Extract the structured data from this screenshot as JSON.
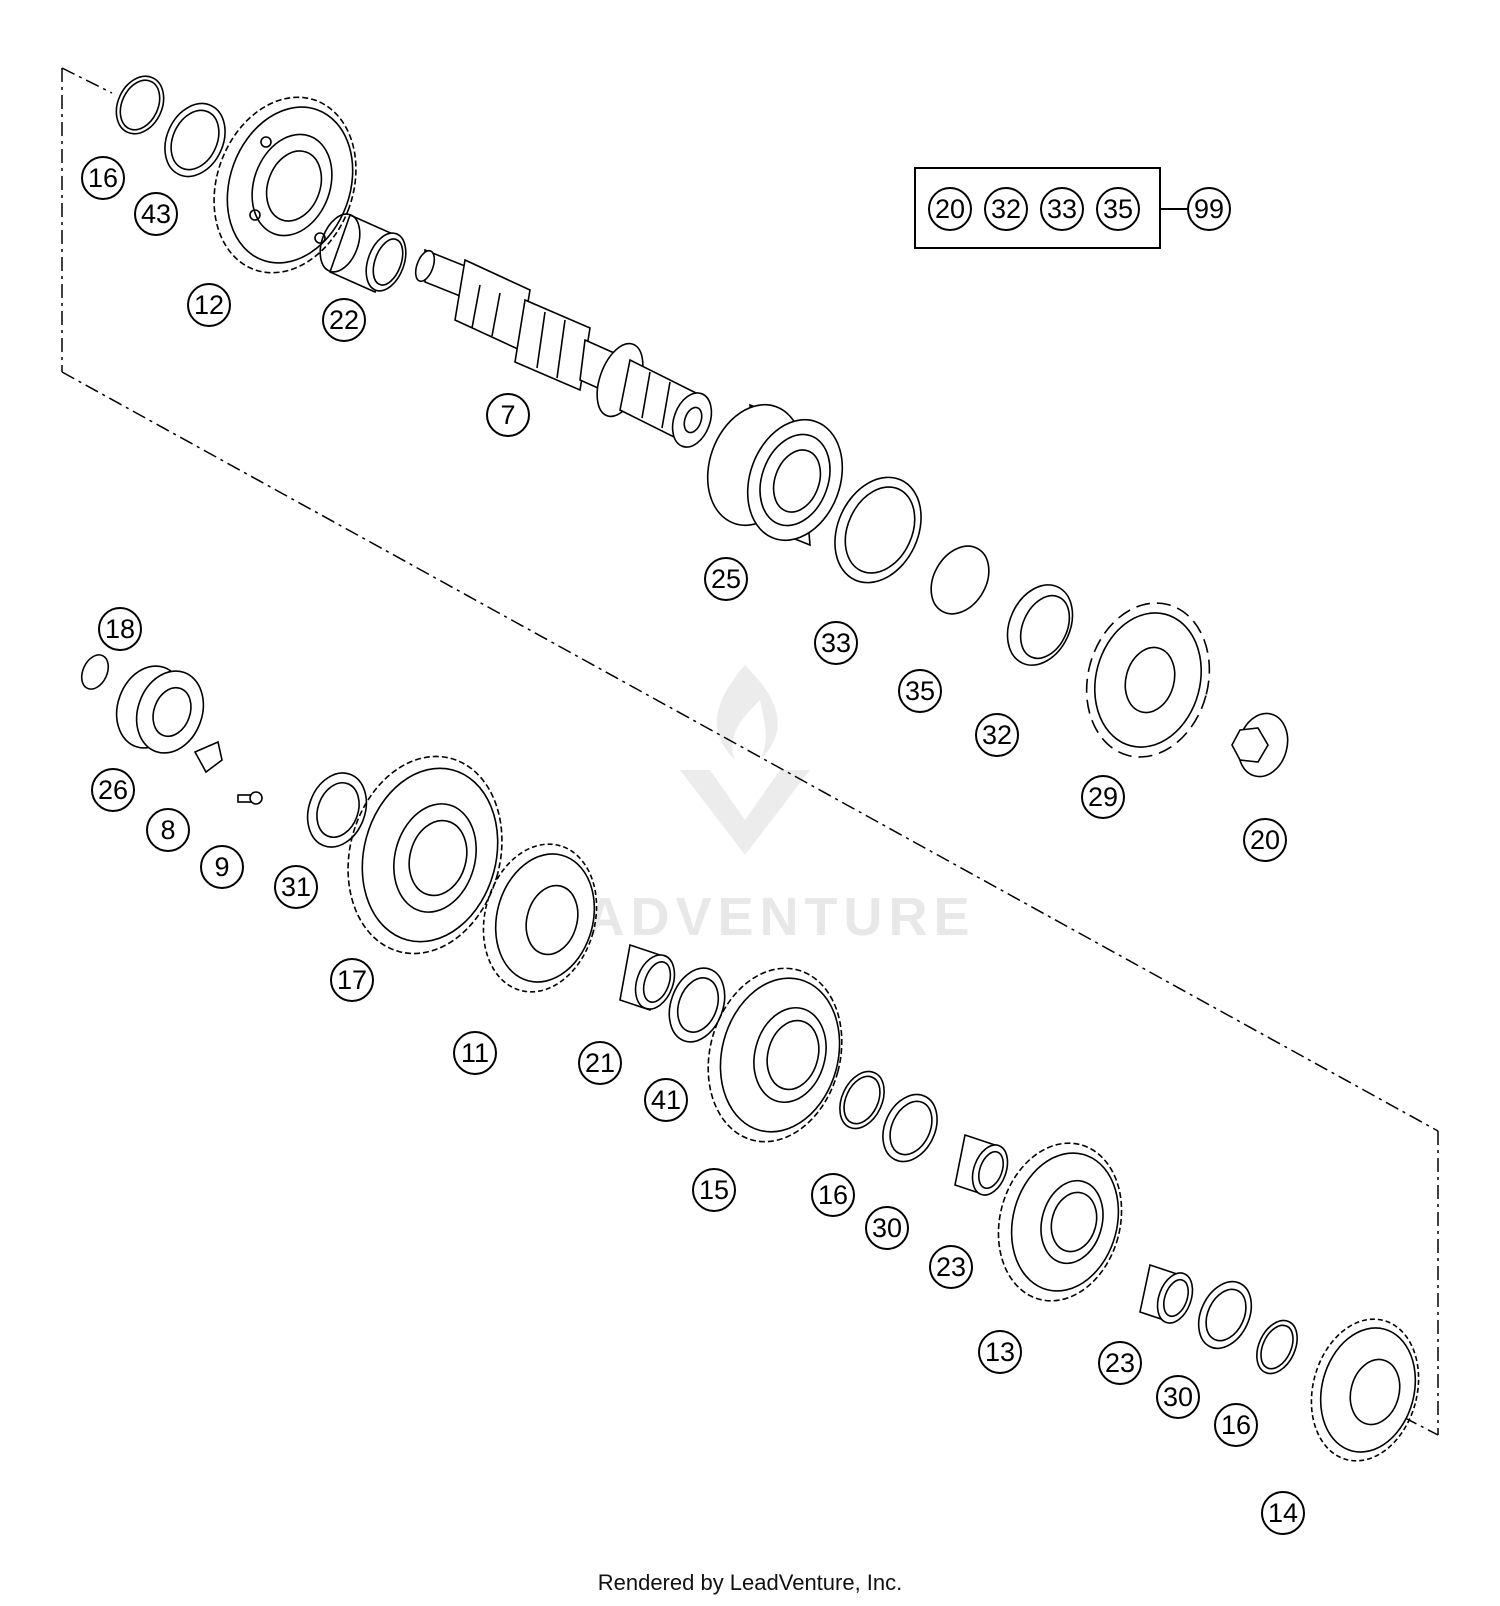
{
  "kit": {
    "members": [
      "20",
      "32",
      "33",
      "35"
    ],
    "result": "99"
  },
  "callouts": {
    "c16a": "16",
    "c43": "43",
    "c12": "12",
    "c22": "22",
    "c7": "7",
    "c25": "25",
    "c33": "33",
    "c35": "35",
    "c32": "32",
    "c29": "29",
    "c20": "20",
    "c18": "18",
    "c26": "26",
    "c8": "8",
    "c9": "9",
    "c31": "31",
    "c17": "17",
    "c11": "11",
    "c21": "21",
    "c41": "41",
    "c15": "15",
    "c16b": "16",
    "c30a": "30",
    "c23a": "23",
    "c13": "13",
    "c23b": "23",
    "c30b": "30",
    "c16c": "16",
    "c14": "14"
  },
  "watermark": {
    "text": "LEADVENTURE"
  },
  "footer": {
    "text": "Rendered by LeadVenture, Inc."
  },
  "colors": {
    "line": "#000000",
    "watermark": "#e6e6e6"
  }
}
